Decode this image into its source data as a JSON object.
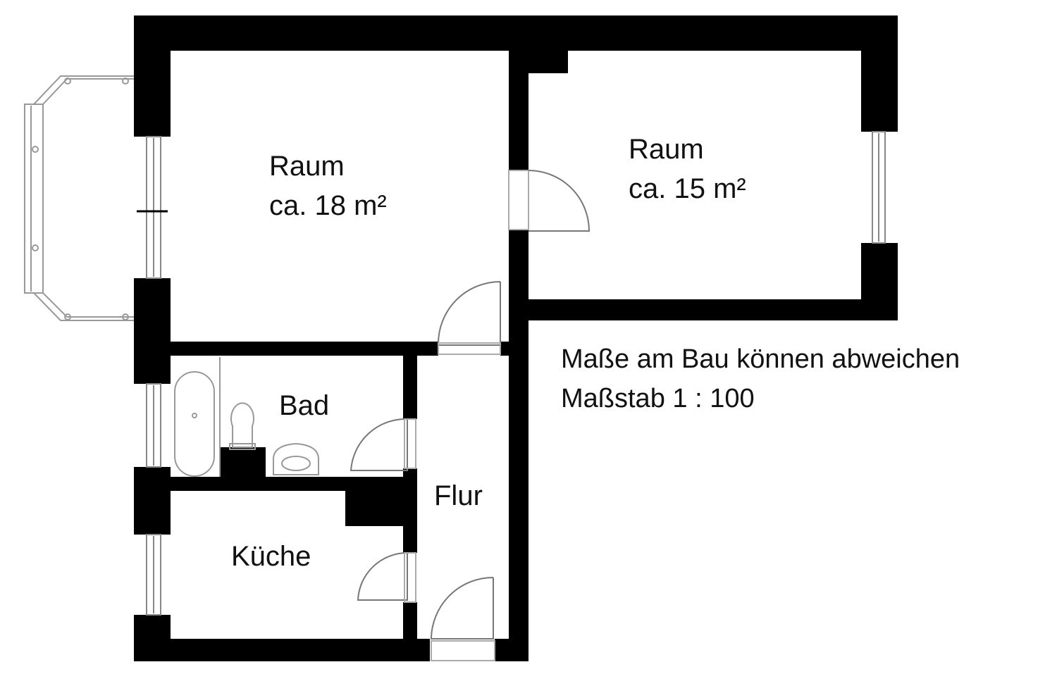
{
  "rooms": {
    "room_left": {
      "name": "Raum",
      "area": "ca. 18 m²"
    },
    "room_right": {
      "name": "Raum",
      "area": "ca. 15 m²"
    },
    "bath": {
      "name": "Bad"
    },
    "hall": {
      "name": "Flur"
    },
    "kitchen": {
      "name": "Küche"
    }
  },
  "notes": {
    "disclaimer": "Maße am Bau können abweichen",
    "scale": "Maßstab 1 : 100"
  },
  "colors": {
    "wall": "#000000",
    "fixture": "#888888",
    "background": "#ffffff"
  }
}
